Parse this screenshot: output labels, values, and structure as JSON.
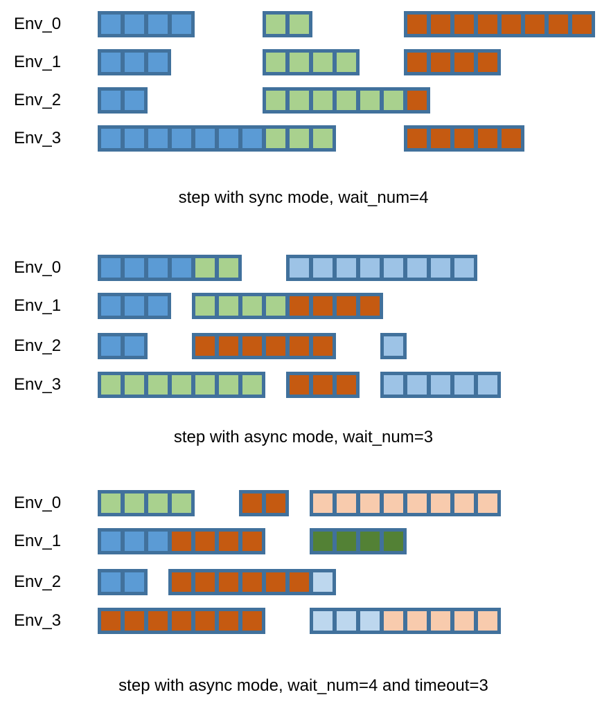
{
  "colors": {
    "border": "#41719C",
    "blue": "#5B9BD5",
    "green": "#A9D18E",
    "orange": "#C55A11",
    "lightblue": "#9DC3E6",
    "paleblue": "#BDD7EE",
    "peach": "#F8CBAD",
    "darkgreen": "#538135"
  },
  "panels": [
    {
      "caption": "step with sync mode, wait_num=4",
      "rows": [
        {
          "label": "Env_0",
          "bars": [
            {
              "start": 0,
              "segments": [
                {
                  "color": "blue",
                  "count": 4
                }
              ]
            },
            {
              "start": 7,
              "segments": [
                {
                  "color": "green",
                  "count": 2
                }
              ]
            },
            {
              "start": 13,
              "segments": [
                {
                  "color": "orange",
                  "count": 8
                }
              ]
            }
          ]
        },
        {
          "label": "Env_1",
          "bars": [
            {
              "start": 0,
              "segments": [
                {
                  "color": "blue",
                  "count": 3
                }
              ]
            },
            {
              "start": 7,
              "segments": [
                {
                  "color": "green",
                  "count": 4
                }
              ]
            },
            {
              "start": 13,
              "segments": [
                {
                  "color": "orange",
                  "count": 4
                }
              ]
            }
          ]
        },
        {
          "label": "Env_2",
          "bars": [
            {
              "start": 0,
              "segments": [
                {
                  "color": "blue",
                  "count": 2
                }
              ]
            },
            {
              "start": 7,
              "segments": [
                {
                  "color": "green",
                  "count": 6
                },
                {
                  "color": "orange",
                  "count": 1
                }
              ]
            }
          ]
        },
        {
          "label": "Env_3",
          "bars": [
            {
              "start": 0,
              "segments": [
                {
                  "color": "blue",
                  "count": 7
                },
                {
                  "color": "green",
                  "count": 3
                }
              ]
            },
            {
              "start": 13,
              "segments": [
                {
                  "color": "orange",
                  "count": 5
                }
              ]
            }
          ]
        }
      ]
    },
    {
      "caption": "step with async mode, wait_num=3",
      "rows": [
        {
          "label": "Env_0",
          "bars": [
            {
              "start": 0,
              "segments": [
                {
                  "color": "blue",
                  "count": 4
                },
                {
                  "color": "green",
                  "count": 2
                }
              ]
            },
            {
              "start": 8,
              "segments": [
                {
                  "color": "lightblue",
                  "count": 8
                }
              ]
            }
          ]
        },
        {
          "label": "Env_1",
          "bars": [
            {
              "start": 0,
              "segments": [
                {
                  "color": "blue",
                  "count": 3
                }
              ]
            },
            {
              "start": 4,
              "segments": [
                {
                  "color": "green",
                  "count": 4
                },
                {
                  "color": "orange",
                  "count": 4
                }
              ]
            }
          ]
        },
        {
          "label": "Env_2",
          "bars": [
            {
              "start": 0,
              "segments": [
                {
                  "color": "blue",
                  "count": 2
                }
              ]
            },
            {
              "start": 4,
              "segments": [
                {
                  "color": "orange",
                  "count": 6
                }
              ]
            },
            {
              "start": 12,
              "segments": [
                {
                  "color": "lightblue",
                  "count": 1
                }
              ]
            }
          ]
        },
        {
          "label": "Env_3",
          "bars": [
            {
              "start": 0,
              "segments": [
                {
                  "color": "green",
                  "count": 7
                }
              ]
            },
            {
              "start": 8,
              "segments": [
                {
                  "color": "orange",
                  "count": 3
                }
              ]
            },
            {
              "start": 12,
              "segments": [
                {
                  "color": "lightblue",
                  "count": 5
                }
              ]
            }
          ]
        }
      ]
    },
    {
      "caption": "step with async mode, wait_num=4 and timeout=3",
      "rows": [
        {
          "label": "Env_0",
          "bars": [
            {
              "start": 0,
              "segments": [
                {
                  "color": "green",
                  "count": 4
                }
              ]
            },
            {
              "start": 6,
              "segments": [
                {
                  "color": "orange",
                  "count": 2
                }
              ]
            },
            {
              "start": 9,
              "segments": [
                {
                  "color": "peach",
                  "count": 8
                }
              ]
            }
          ]
        },
        {
          "label": "Env_1",
          "bars": [
            {
              "start": 0,
              "segments": [
                {
                  "color": "blue",
                  "count": 3
                },
                {
                  "color": "orange",
                  "count": 4
                }
              ]
            },
            {
              "start": 9,
              "segments": [
                {
                  "color": "darkgreen",
                  "count": 4
                }
              ]
            }
          ]
        },
        {
          "label": "Env_2",
          "bars": [
            {
              "start": 0,
              "segments": [
                {
                  "color": "blue",
                  "count": 2
                }
              ]
            },
            {
              "start": 3,
              "segments": [
                {
                  "color": "orange",
                  "count": 6
                },
                {
                  "color": "paleblue",
                  "count": 1
                }
              ]
            }
          ]
        },
        {
          "label": "Env_3",
          "bars": [
            {
              "start": 0,
              "segments": [
                {
                  "color": "orange",
                  "count": 7
                }
              ]
            },
            {
              "start": 9,
              "segments": [
                {
                  "color": "paleblue",
                  "count": 3
                },
                {
                  "color": "peach",
                  "count": 5
                }
              ]
            }
          ]
        }
      ]
    }
  ]
}
